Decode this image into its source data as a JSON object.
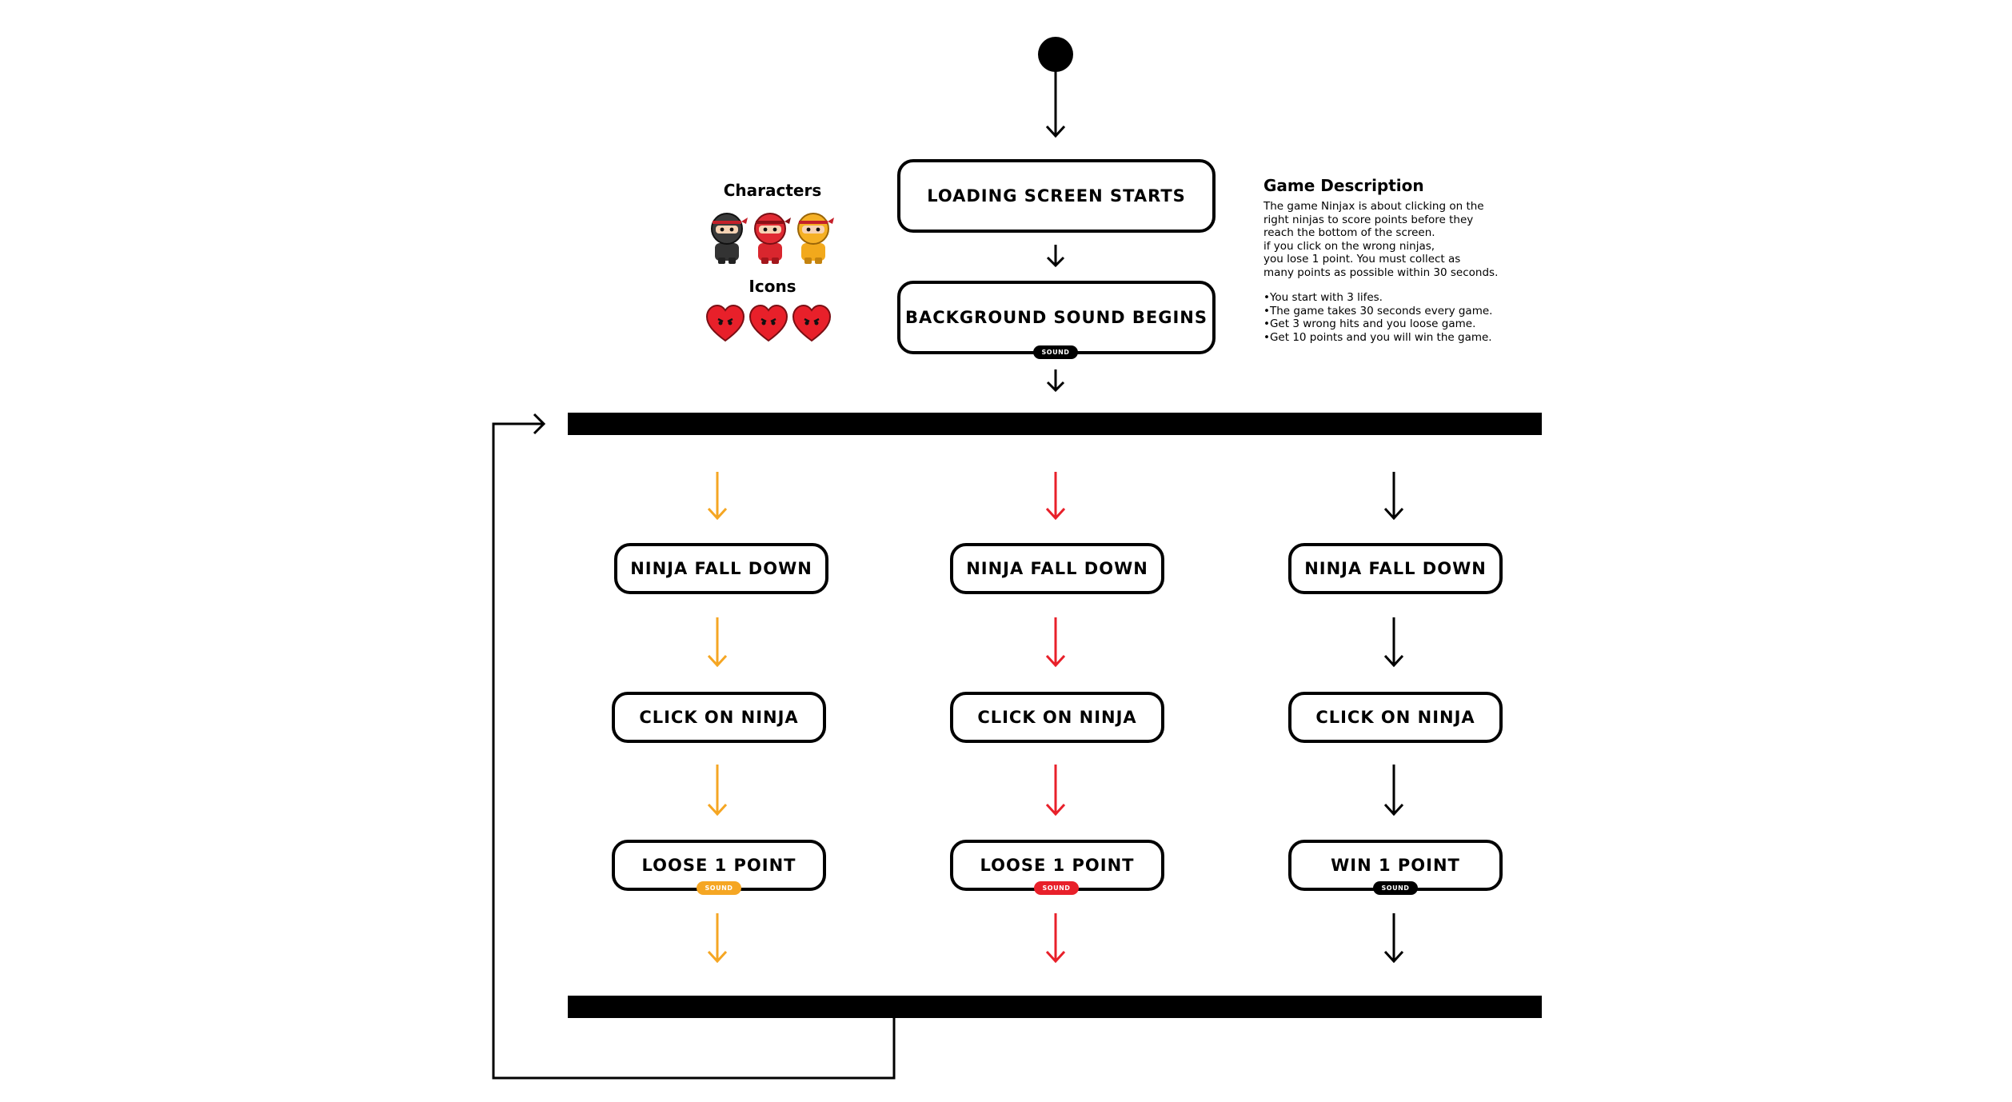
{
  "diagram": {
    "legend": {
      "characters_title": "Characters",
      "icons_title": "Icons",
      "character_icons": [
        "black-ninja-icon",
        "red-ninja-icon",
        "yellow-ninja-icon"
      ],
      "heart_icons": [
        "heart-icon",
        "heart-icon",
        "heart-icon"
      ]
    },
    "start_node": "start-circle-icon",
    "nodes": {
      "loading": "LOADING SCREEN STARTS",
      "background_sound": "BACKGROUND SOUND BEGINS",
      "background_sound_badge": "SOUND"
    },
    "description": {
      "title": "Game Description",
      "text": "The game Ninjax is about clicking on the\nright ninjas to score points before they\nreach the bottom of the screen.\nif you click on the wrong ninjas,\nyou lose 1 point. You must collect as\nmany points as possible within 30 seconds.",
      "bullets": [
        "You start with 3 lifes.",
        "The game takes 30 seconds every game.",
        "Get 3 wrong hits and you loose game.",
        "Get 10 points and you will win the game."
      ]
    },
    "columns": [
      {
        "color": "#f5a623",
        "fall": "NINJA FALL DOWN",
        "click": "CLICK ON NINJA",
        "result": "LOOSE 1 POINT",
        "badge": "SOUND"
      },
      {
        "color": "#e8202a",
        "fall": "NINJA FALL DOWN",
        "click": "CLICK ON NINJA",
        "result": "LOOSE 1 POINT",
        "badge": "SOUND"
      },
      {
        "color": "#000000",
        "fall": "NINJA FALL DOWN",
        "click": "CLICK ON NINJA",
        "result": "WIN 1 POINT",
        "badge": "SOUND"
      }
    ]
  }
}
